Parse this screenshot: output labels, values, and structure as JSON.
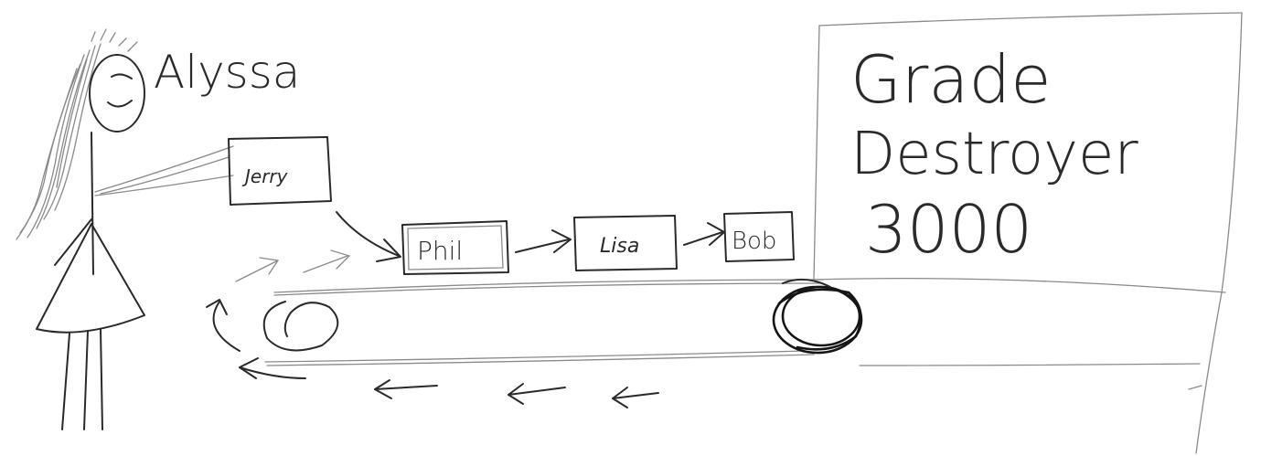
{
  "people": {
    "owner_name": "Alyssa",
    "queue": [
      "Jerry",
      "Phil",
      "Lisa",
      "Bob"
    ]
  },
  "machine": {
    "title_line1": "Grade",
    "title_line2": "Destroyer",
    "title_line3": "3000"
  }
}
